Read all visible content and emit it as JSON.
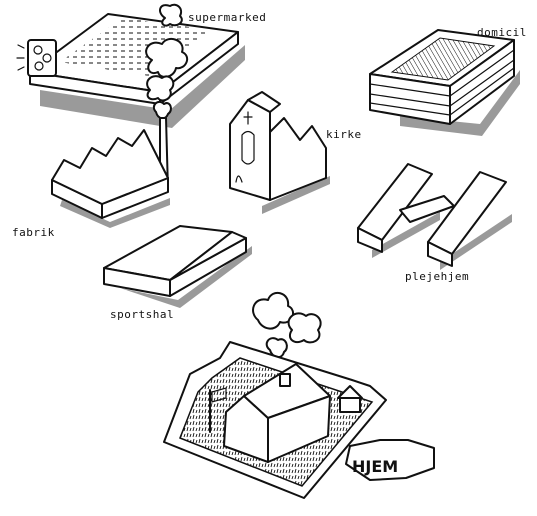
{
  "labels": {
    "supermarket": "supermarked",
    "domicile": "domicil",
    "church": "kirke",
    "factory": "fabrik",
    "nursing_home": "plejehjem",
    "sports_hall": "sportshal",
    "home_sign": "HJEM"
  }
}
